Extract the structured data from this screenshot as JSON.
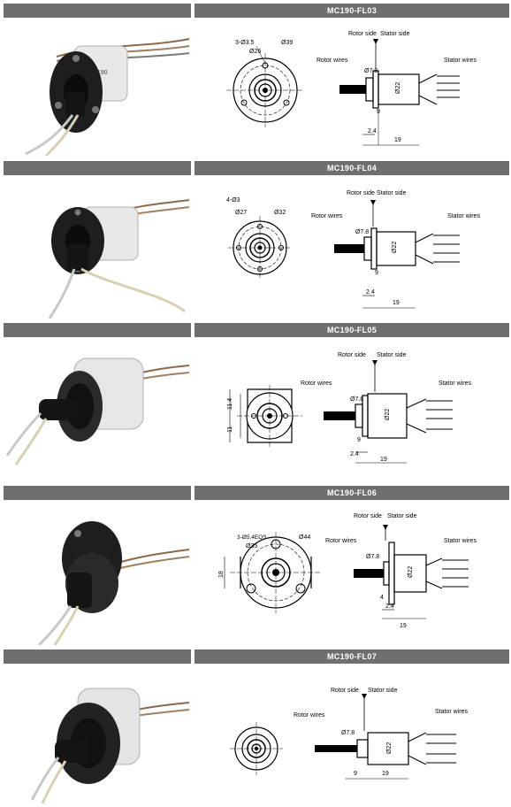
{
  "colors": {
    "header_bg": "#6f6f6f",
    "header_text": "#ffffff"
  },
  "models": [
    {
      "name": "MC190-FL03",
      "front_labels": {
        "holes": "3-Ø3.5",
        "inner": "Ø26",
        "outer": "Ø39"
      },
      "side_labels": {
        "rotor_side": "Rotor side",
        "stator_side": "Stator side",
        "rotor_wires": "Rotor wires",
        "stator_wires": "Stator wires",
        "shaft": "Ø7.8",
        "body": "Ø22",
        "dim_a": "9",
        "dim_b": "2.4",
        "dim_c": "19"
      }
    },
    {
      "name": "MC190-FL04",
      "front_labels": {
        "holes": "4-Ø3",
        "inner": "Ø27",
        "outer": "Ø32"
      },
      "side_labels": {
        "rotor_side": "Rotor side",
        "stator_side": "Stator side",
        "rotor_wires": "Rotor wires",
        "stator_wires": "Stator wires",
        "shaft": "Ø7.8",
        "body": "Ø22",
        "dim_a": "9",
        "dim_b": "2.4",
        "dim_c": "19"
      }
    },
    {
      "name": "MC190-FL05",
      "front_labels": {
        "h1": "11.4",
        "h2": "11"
      },
      "side_labels": {
        "rotor_side": "Rotor side",
        "stator_side": "Stator side",
        "rotor_wires": "Rotor wires",
        "stator_wires": "Stator wires",
        "shaft": "Ø7.8",
        "body": "Ø22",
        "dim_a": "9",
        "dim_b": "2.4",
        "dim_c": "19"
      }
    },
    {
      "name": "MC190-FL06",
      "front_labels": {
        "holes": "3-Ø5.4EQS",
        "inner": "Ø35",
        "outer": "Ø44",
        "height": "18"
      },
      "side_labels": {
        "rotor_side": "Rotor side",
        "stator_side": "Stator side",
        "rotor_wires": "Rotor wires",
        "stator_wires": "Stator wires",
        "shaft": "Ø7.8",
        "body": "Ø22",
        "dim_a": "4",
        "dim_b": "2.4",
        "dim_c": "19"
      }
    },
    {
      "name": "MC190-FL07",
      "front_labels": {},
      "side_labels": {
        "rotor_side": "Rotor side",
        "stator_side": "Stator side",
        "rotor_wires": "Rotor wires",
        "stator_wires": "Stator wires",
        "shaft": "Ø7.8",
        "body": "Ø22",
        "dim_a": "9",
        "dim_b": "19"
      }
    }
  ]
}
